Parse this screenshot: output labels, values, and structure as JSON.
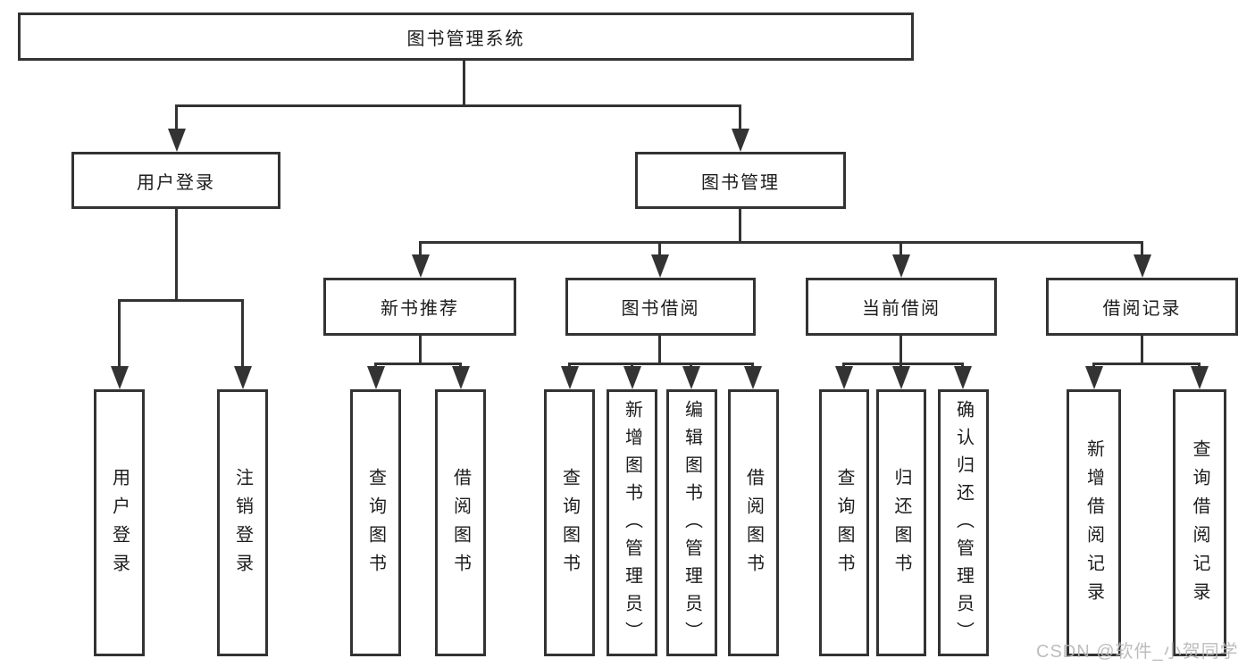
{
  "diagram": {
    "title": "图书管理系统",
    "nodes": {
      "root": "图书管理系统",
      "l2": [
        "用户登录",
        "图书管理"
      ],
      "l3": [
        "新书推荐",
        "图书借阅",
        "当前借阅",
        "借阅记录"
      ],
      "leaves": [
        "用户登录",
        "注销登录",
        "查询图书",
        "借阅图书",
        "查询图书",
        "新增图书（管理员）",
        "编辑图书（管理员）",
        "借阅图书",
        "查询图书",
        "归还图书",
        "确认归还（管理员）",
        "新增借阅记录",
        "查询借阅记录"
      ]
    },
    "colors": {
      "line": "#333333",
      "box_border": "#333333",
      "box_fill": "#ffffff",
      "text": "#1c1c1c",
      "watermark": "#b6b6b6",
      "background": "#ffffff"
    }
  },
  "watermark": {
    "text": "CSDN @软件_小贺同学"
  }
}
